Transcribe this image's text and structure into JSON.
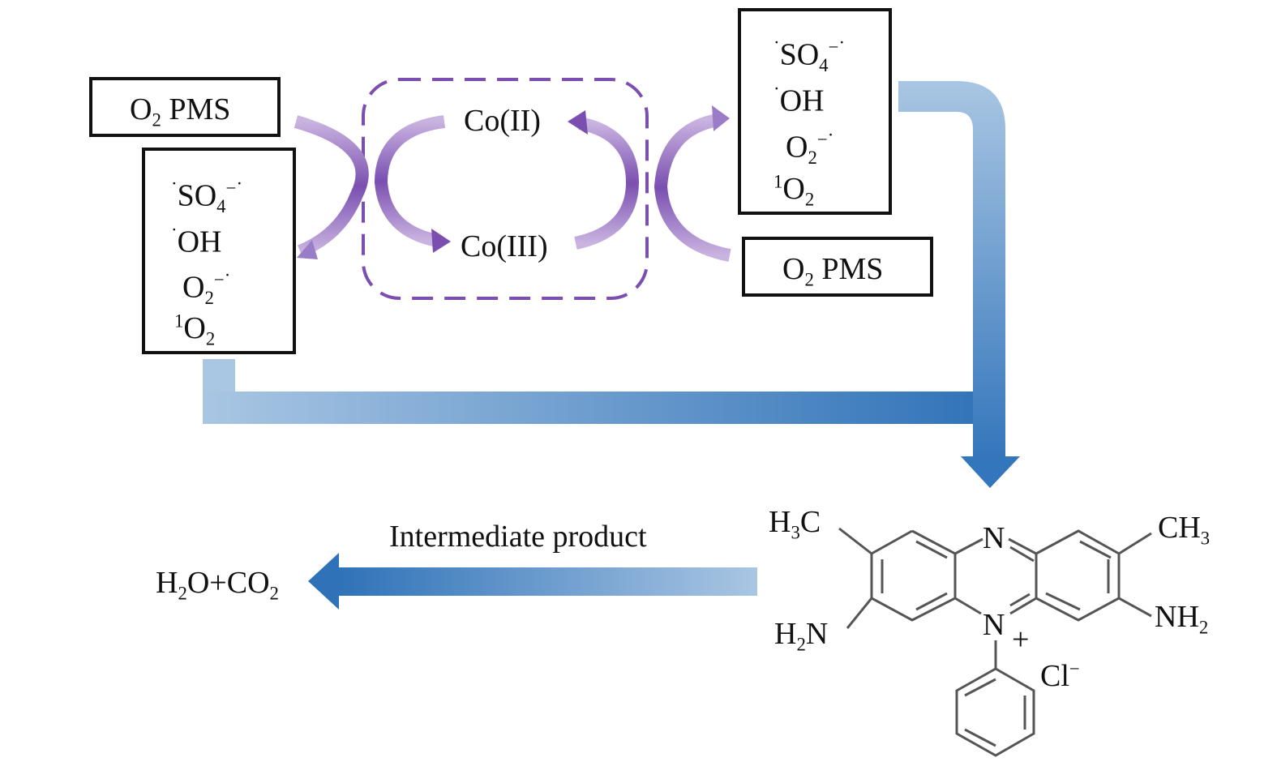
{
  "reactants_left": {
    "o2": "O",
    "o2_sub": "2",
    "pms": "PMS"
  },
  "reactants_right": {
    "o2": "O",
    "o2_sub": "2",
    "pms": "PMS"
  },
  "species_left": [
    {
      "pre": "·",
      "main": "SO",
      "sub": "4",
      "sup": "−",
      "post": "·"
    },
    {
      "pre": "·",
      "main": "OH",
      "sub": "",
      "sup": "",
      "post": ""
    },
    {
      "pre": "",
      "main": "O",
      "sub": "2",
      "sup": "−",
      "post": "·"
    },
    {
      "pre": "1",
      "main": "O",
      "sub": "2",
      "sup": "",
      "post": ""
    }
  ],
  "species_right": [
    {
      "pre": "·",
      "main": "SO",
      "sub": "4",
      "sup": "−",
      "post": "·"
    },
    {
      "pre": "·",
      "main": "OH",
      "sub": "",
      "sup": "",
      "post": ""
    },
    {
      "pre": "",
      "main": "O",
      "sub": "2",
      "sup": "−",
      "post": "·"
    },
    {
      "pre": "1",
      "main": "O",
      "sub": "2",
      "sup": "",
      "post": ""
    }
  ],
  "cycle": {
    "top": "Co(II)",
    "bottom": "Co(III)"
  },
  "degradation": {
    "label": "Intermediate product",
    "product_h": "H",
    "product_h_sub": "2",
    "product_mid": "O+CO",
    "product_co_sub": "2"
  },
  "molecule": {
    "ch3_left_h": "H",
    "ch3_left_sub": "3",
    "ch3_left_c": "C",
    "ch3_right_ch": "CH",
    "ch3_right_sub": "3",
    "nh2_left_h": "H",
    "nh2_left_sub": "2",
    "nh2_left_n": "N",
    "nh2_right_nh": "NH",
    "nh2_right_sub": "2",
    "n_top": "N",
    "n_bottom": "N",
    "charge": "+",
    "counter_ion": "Cl",
    "counter_charge": "−"
  },
  "colors": {
    "purple": "#7a4fb0",
    "blue_dark": "#2f72b8",
    "blue_light": "#a9c6e3"
  }
}
